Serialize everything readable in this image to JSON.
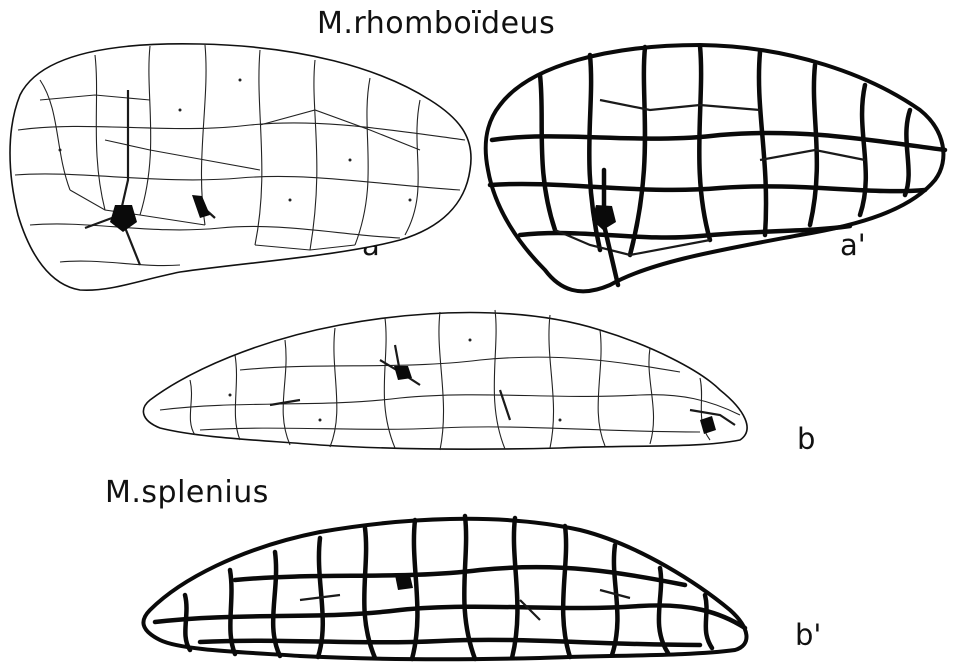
{
  "titles": {
    "rhomboideus": "M.rhomboïdeus",
    "splenius": "M.splenius"
  },
  "panels": [
    {
      "id": "a",
      "label": "a"
    },
    {
      "id": "a_prime",
      "label": "a'"
    },
    {
      "id": "b",
      "label": "b"
    },
    {
      "id": "b_prime",
      "label": "b'"
    }
  ]
}
